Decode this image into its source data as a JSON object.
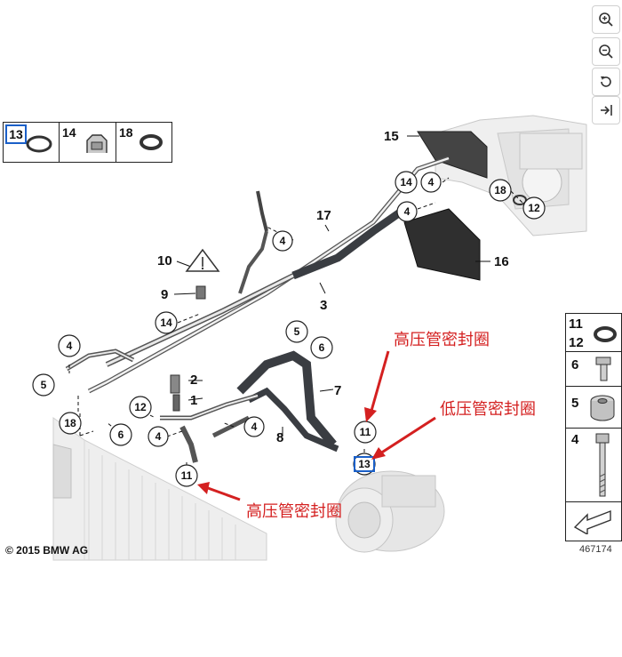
{
  "toolbar": {
    "zoom_in_icon": "zoom-in-icon",
    "zoom_out_icon": "zoom-out-icon",
    "reset_icon": "rotate-icon",
    "exit_icon": "exit-icon"
  },
  "legend": {
    "items": [
      {
        "num": "13"
      },
      {
        "num": "14"
      },
      {
        "num": "18"
      }
    ]
  },
  "parts": {
    "p1": "1",
    "p2": "2",
    "p3": "3",
    "p4": "4",
    "p5": "5",
    "p6": "6",
    "p7": "7",
    "p8": "8",
    "p9": "9",
    "p10": "10",
    "p11": "11",
    "p12": "12",
    "p13": "13",
    "p14": "14",
    "p15": "15",
    "p16": "16",
    "p17": "17",
    "p18": "18"
  },
  "annotations": {
    "high_pressure_top": "高压管密封圈",
    "low_pressure": "低压管密封圈",
    "high_pressure_bottom": "高压管密封圈"
  },
  "side_panel": {
    "r1a": "11",
    "r1b": "12",
    "r2": "6",
    "r3": "5",
    "r4": "4"
  },
  "footer": {
    "copyright": "© 2015 BMW AG",
    "ref_number": "467174"
  },
  "colors": {
    "annotation_red": "#d42020",
    "highlight_blue": "#1a5fc8",
    "hose_dark": "#3a3d42",
    "line_gray": "#7d7d7d"
  }
}
